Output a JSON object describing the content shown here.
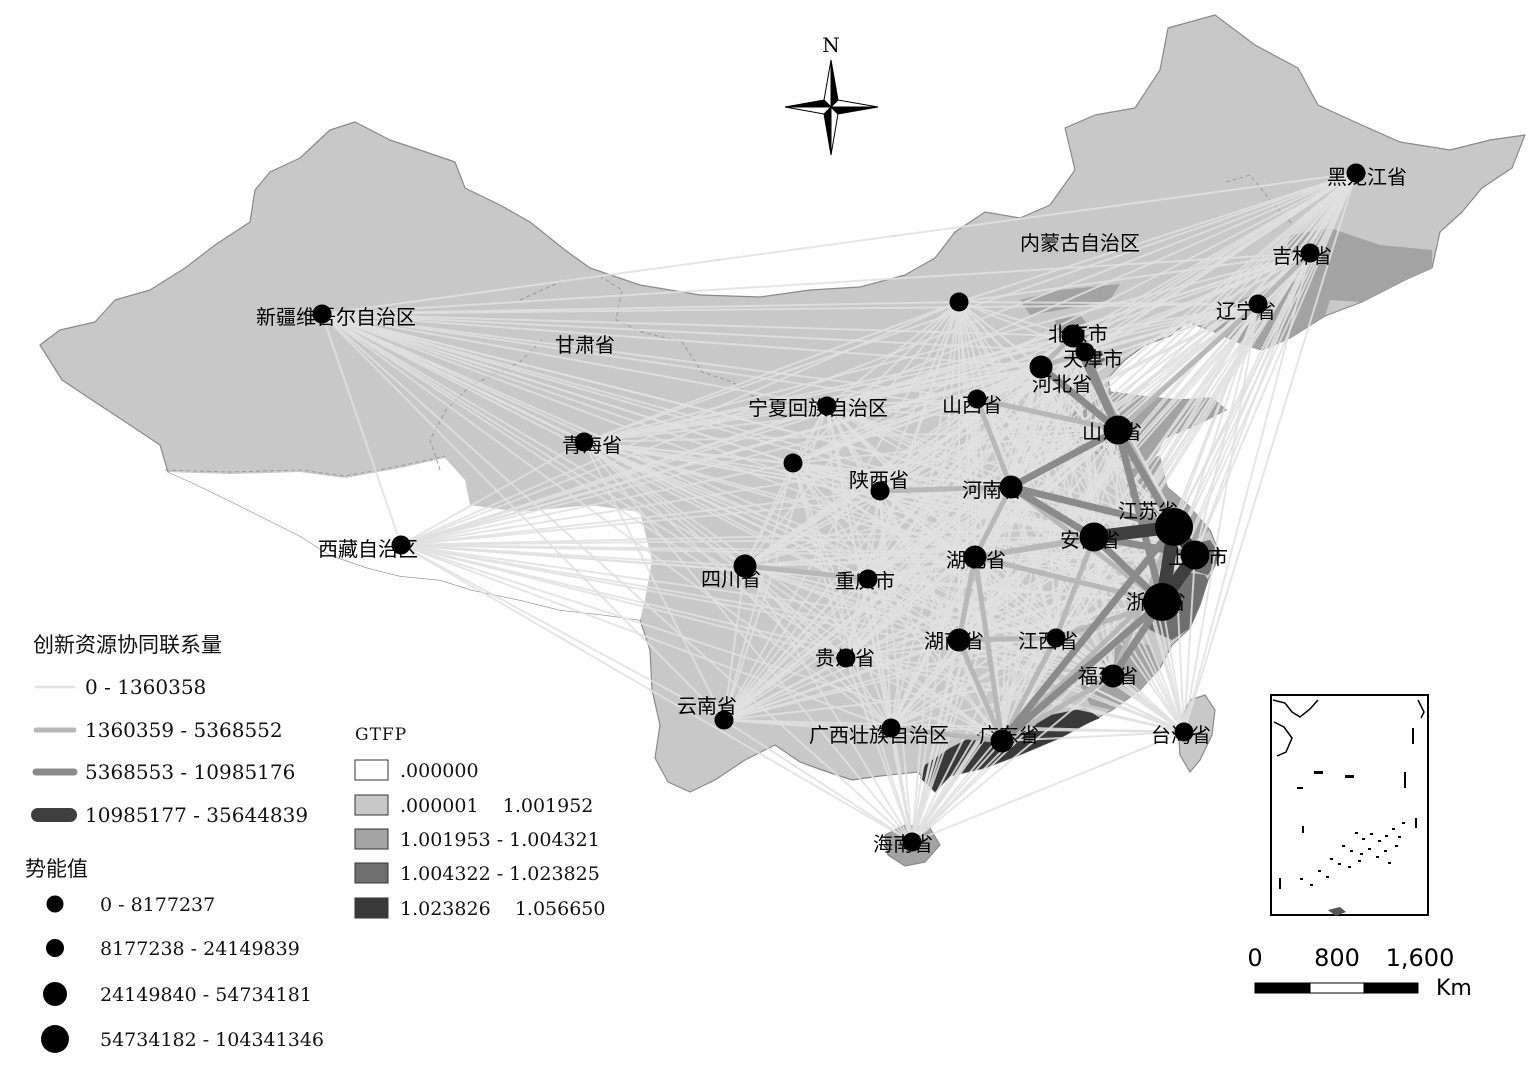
{
  "north_label": "N",
  "provinces": [
    {
      "name": "黑龙江省",
      "potential_class": 0,
      "gtfp_class": 1
    },
    {
      "name": "吉林省",
      "potential_class": 0,
      "gtfp_class": 2
    },
    {
      "name": "辽宁省",
      "potential_class": 0,
      "gtfp_class": 2
    },
    {
      "name": "内蒙古自治区",
      "potential_class": 0,
      "gtfp_class": 1
    },
    {
      "name": "北京市",
      "potential_class": 1,
      "gtfp_class": 2
    },
    {
      "name": "天津市",
      "potential_class": 0,
      "gtfp_class": 3
    },
    {
      "name": "河北省",
      "potential_class": 1,
      "gtfp_class": 2
    },
    {
      "name": "山西省",
      "potential_class": 0,
      "gtfp_class": 1
    },
    {
      "name": "山东省",
      "potential_class": 2,
      "gtfp_class": 2
    },
    {
      "name": "新疆维吾尔自治区",
      "potential_class": 0,
      "gtfp_class": 1
    },
    {
      "name": "甘肃省",
      "potential_class": 0,
      "gtfp_class": 1
    },
    {
      "name": "宁夏回族自治区",
      "potential_class": 0,
      "gtfp_class": 1
    },
    {
      "name": "青海省",
      "potential_class": 0,
      "gtfp_class": 1
    },
    {
      "name": "陕西省",
      "potential_class": 0,
      "gtfp_class": 1
    },
    {
      "name": "河南省",
      "potential_class": 1,
      "gtfp_class": 1
    },
    {
      "name": "江苏省",
      "potential_class": 3,
      "gtfp_class": 2
    },
    {
      "name": "安徽省",
      "potential_class": 2,
      "gtfp_class": 1
    },
    {
      "name": "上海市",
      "potential_class": 2,
      "gtfp_class": 3
    },
    {
      "name": "浙江省",
      "potential_class": 3,
      "gtfp_class": 3
    },
    {
      "name": "湖北省",
      "potential_class": 1,
      "gtfp_class": 1
    },
    {
      "name": "四川省",
      "potential_class": 1,
      "gtfp_class": 1
    },
    {
      "name": "重庆市",
      "potential_class": 0,
      "gtfp_class": 1
    },
    {
      "name": "西藏自治区",
      "potential_class": 0,
      "gtfp_class": 0
    },
    {
      "name": "湖南省",
      "potential_class": 1,
      "gtfp_class": 1
    },
    {
      "name": "江西省",
      "potential_class": 0,
      "gtfp_class": 1
    },
    {
      "name": "贵州省",
      "potential_class": 0,
      "gtfp_class": 1
    },
    {
      "name": "福建省",
      "potential_class": 1,
      "gtfp_class": 2
    },
    {
      "name": "云南省",
      "potential_class": 0,
      "gtfp_class": 1
    },
    {
      "name": "广西壮族自治区",
      "potential_class": 0,
      "gtfp_class": 1
    },
    {
      "name": "广东省",
      "potential_class": 1,
      "gtfp_class": 4
    },
    {
      "name": "台湾省",
      "potential_class": 0,
      "gtfp_class": 1
    },
    {
      "name": "海南省",
      "potential_class": 0,
      "gtfp_class": 2
    }
  ],
  "links": [
    {
      "from": "安徽省",
      "to": "江苏省",
      "class": 3
    },
    {
      "from": "江苏省",
      "to": "浙江省",
      "class": 3
    },
    {
      "from": "江苏省",
      "to": "上海市",
      "class": 3
    },
    {
      "from": "上海市",
      "to": "浙江省",
      "class": 3
    },
    {
      "from": "山东省",
      "to": "江苏省",
      "class": 2
    },
    {
      "from": "北京市",
      "to": "山东省",
      "class": 2
    },
    {
      "from": "河北省",
      "to": "山东省",
      "class": 2
    },
    {
      "from": "天津市",
      "to": "山东省",
      "class": 2
    },
    {
      "from": "山东省",
      "to": "河南省",
      "class": 2
    },
    {
      "from": "河南省",
      "to": "安徽省",
      "class": 2
    },
    {
      "from": "安徽省",
      "to": "浙江省",
      "class": 2
    },
    {
      "from": "安徽省",
      "to": "上海市",
      "class": 2
    },
    {
      "from": "广东省",
      "to": "浙江省",
      "class": 2
    },
    {
      "from": "广东省",
      "to": "江苏省",
      "class": 2
    },
    {
      "from": "山东省",
      "to": "浙江省",
      "class": 2
    },
    {
      "from": "福建省",
      "to": "浙江省",
      "class": 2
    },
    {
      "from": "河南省",
      "to": "江苏省",
      "class": 2
    },
    {
      "from": "山西省",
      "to": "河南省",
      "class": 1
    },
    {
      "from": "四川省",
      "to": "重庆市",
      "class": 1
    },
    {
      "from": "湖北省",
      "to": "湖南省",
      "class": 1
    },
    {
      "from": "湖南省",
      "to": "广东省",
      "class": 1
    },
    {
      "from": "湖北省",
      "to": "广东省",
      "class": 1
    },
    {
      "from": "广西壮族自治区",
      "to": "广东省",
      "class": 1
    },
    {
      "from": "江西省",
      "to": "广东省",
      "class": 1
    },
    {
      "from": "福建省",
      "to": "广东省",
      "class": 1
    },
    {
      "from": "江西省",
      "to": "浙江省",
      "class": 1
    },
    {
      "from": "湖北省",
      "to": "江苏省",
      "class": 1
    },
    {
      "from": "湖北省",
      "to": "浙江省",
      "class": 1
    },
    {
      "from": "湖北省",
      "to": "安徽省",
      "class": 1
    },
    {
      "from": "河南省",
      "to": "浙江省",
      "class": 1
    },
    {
      "from": "北京市",
      "to": "天津市",
      "class": 1
    },
    {
      "from": "北京市",
      "to": "河北省",
      "class": 1
    },
    {
      "from": "河北省",
      "to": "天津市",
      "class": 1
    },
    {
      "from": "辽宁省",
      "to": "山东省",
      "class": 1
    },
    {
      "from": "湖南省",
      "to": "江西省",
      "class": 1
    },
    {
      "from": "陕西省",
      "to": "河南省",
      "class": 1
    },
    {
      "from": "安徽省",
      "to": "江西省",
      "class": 1
    },
    {
      "from": "福建省",
      "to": "江苏省",
      "class": 1
    },
    {
      "from": "山西省",
      "to": "山东省",
      "class": 1
    },
    {
      "from": "河南省",
      "to": "湖北省",
      "class": 1
    },
    {
      "from": "广东省",
      "to": "上海市",
      "class": 1
    },
    {
      "from": "山东省",
      "to": "上海市",
      "class": 1
    },
    {
      "from": "福建省",
      "to": "上海市",
      "class": 1
    },
    {
      "from": "北京市",
      "to": "江苏省",
      "class": 1
    },
    {
      "from": "吉林省",
      "to": "辽宁省",
      "class": 1
    }
  ],
  "legend": {
    "links_title": "创新资源协同联系量",
    "link_classes": [
      "0 - 1360358",
      "1360359 - 5368552",
      "5368553 - 10985176",
      "10985177 - 35644839"
    ],
    "potential_title": "势能值",
    "potential_classes": [
      "0 - 8177237",
      "8177238 - 24149839",
      "24149840 - 54734181",
      "54734182 - 104341346"
    ],
    "gtfp_title": "GTFP",
    "gtfp_classes": [
      ".000000",
      ".000001    1.001952",
      "1.001953 - 1.004321",
      "1.004322 - 1.023825",
      "1.023826    1.056650"
    ]
  },
  "scale_bar": {
    "labels": [
      "0",
      "800",
      "1,600"
    ],
    "unit": "Km"
  },
  "colors": {
    "link_classes": [
      "#e1e1e1",
      "#b8b8b8",
      "#8b8b8b",
      "#3f3f3f"
    ],
    "gtfp_classes": [
      "#ffffff",
      "#c8c8c8",
      "#a3a3a3",
      "#6f6f6f",
      "#393939"
    ],
    "dot": "#000000",
    "outline": "#8a8a8a"
  }
}
